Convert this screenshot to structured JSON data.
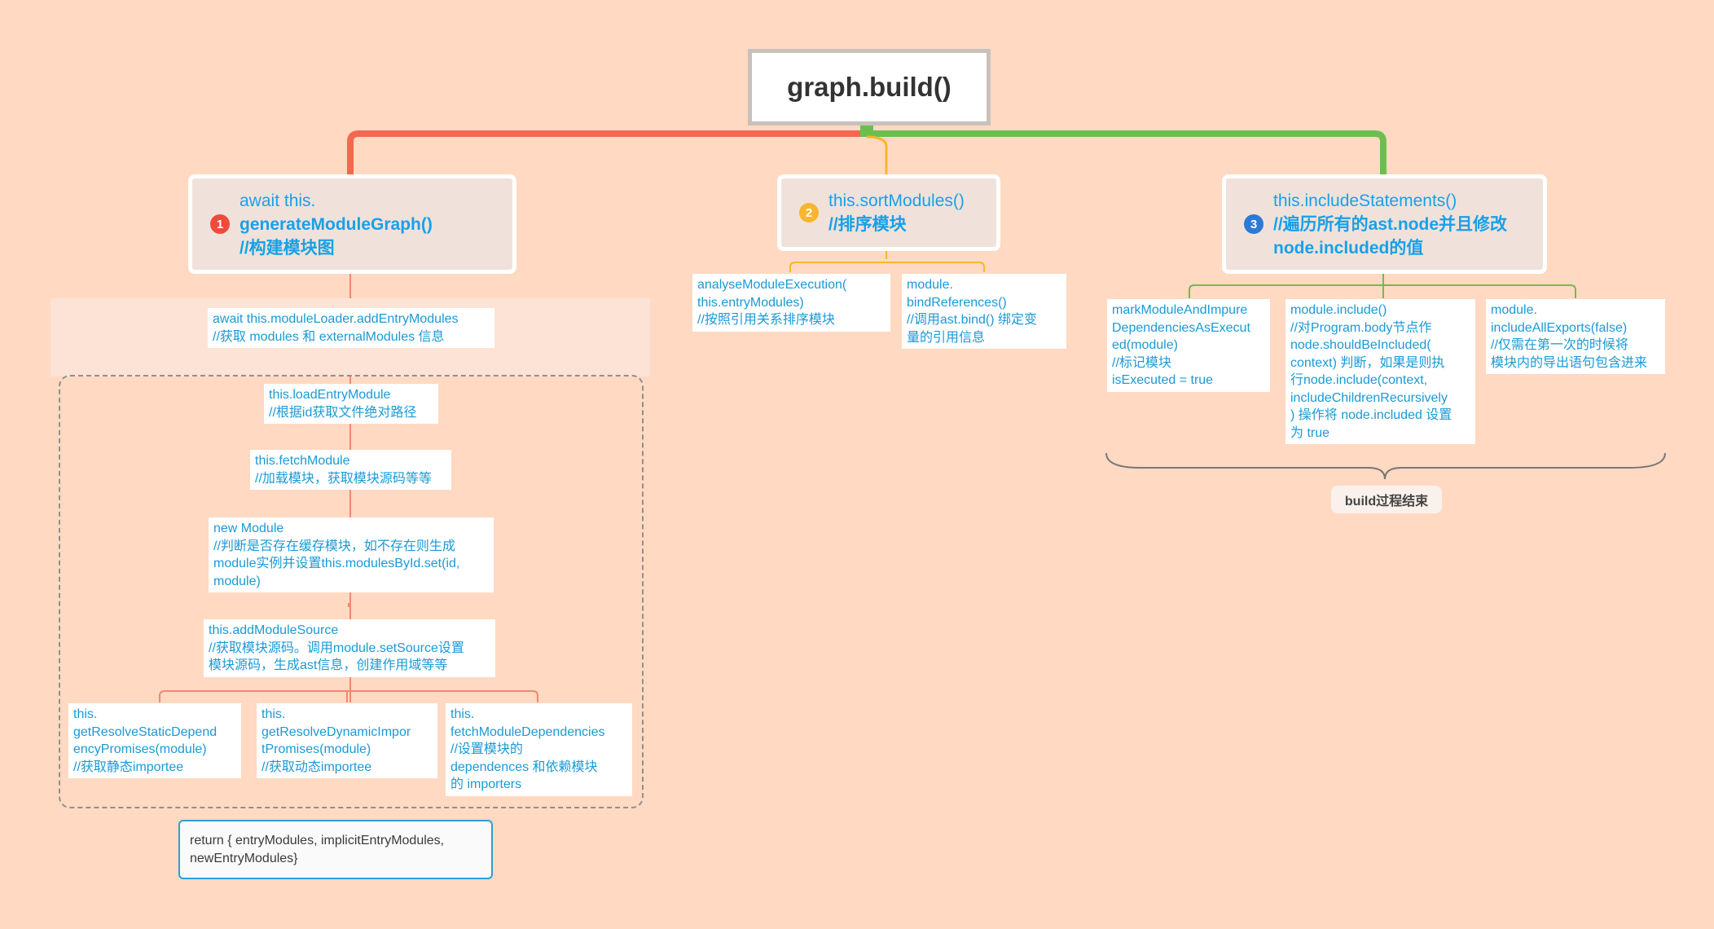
{
  "colors": {
    "background": "#ffd9c2",
    "branch1": "#f2694f",
    "branch2": "#f7b62d",
    "branch3": "#6cbf4f",
    "text_blue": "#18a0e8",
    "connector": "#f08a70"
  },
  "root": {
    "label": "graph.build()"
  },
  "branches": [
    {
      "num": "1",
      "line1": "await this.",
      "rest": "generateModuleGraph()\n//构建模块图"
    },
    {
      "num": "2",
      "line1": "this.sortModules()",
      "rest": "//排序模块"
    },
    {
      "num": "3",
      "line1": "this.includeStatements()",
      "rest": "//遍历所有的ast.node并且修改\nnode.included的值"
    }
  ],
  "graph_steps": [
    "await this.moduleLoader.addEntryModules\n//获取 modules 和 externalModules 信息",
    "this.loadEntryModule\n//根据id获取文件绝对路径",
    "this.fetchModule\n//加载模块，获取模块源码等等",
    "new Module\n//判断是否存在缓存模块，如不存在则生成\nmodule实例并设置this.modulesById.set(id,\nmodule)",
    "this.addModuleSource\n//获取模块源码。调用module.setSource设置\n模块源码，生成ast信息，创建作用域等等"
  ],
  "graph_children": [
    "this.\ngetResolveStaticDepend\nencyPromises(module)\n//获取静态importee",
    "this.\ngetResolveDynamicImpor\ntPromises(module)\n//获取动态importee",
    "this.\nfetchModuleDependencies\n//设置模块的\ndependences 和依赖模块\n的 importers"
  ],
  "graph_return": "return { entryModules, implicitEntryModules,\nnewEntryModules}",
  "sort_children": [
    "analyseModuleExecution(\nthis.entryModules)\n//按照引用关系排序模块",
    "module.\nbindReferences()\n//调用ast.bind() 绑定变\n量的引用信息"
  ],
  "include_children": [
    "markModuleAndImpure\nDependenciesAsExecut\ned(module)\n//标记模块\nisExecuted = true",
    "module.include()\n//对Program.body节点作\nnode.shouldBeIncluded(\ncontext) 判断，如果是则执\n行node.include(context,\nincludeChildrenRecursively\n) 操作将 node.included 设置\n为 true",
    "module.\nincludeAllExports(false)\n//仅需在第一次的时候将\n模块内的导出语句包含进来"
  ],
  "summary": {
    "label": "build过程结束"
  }
}
